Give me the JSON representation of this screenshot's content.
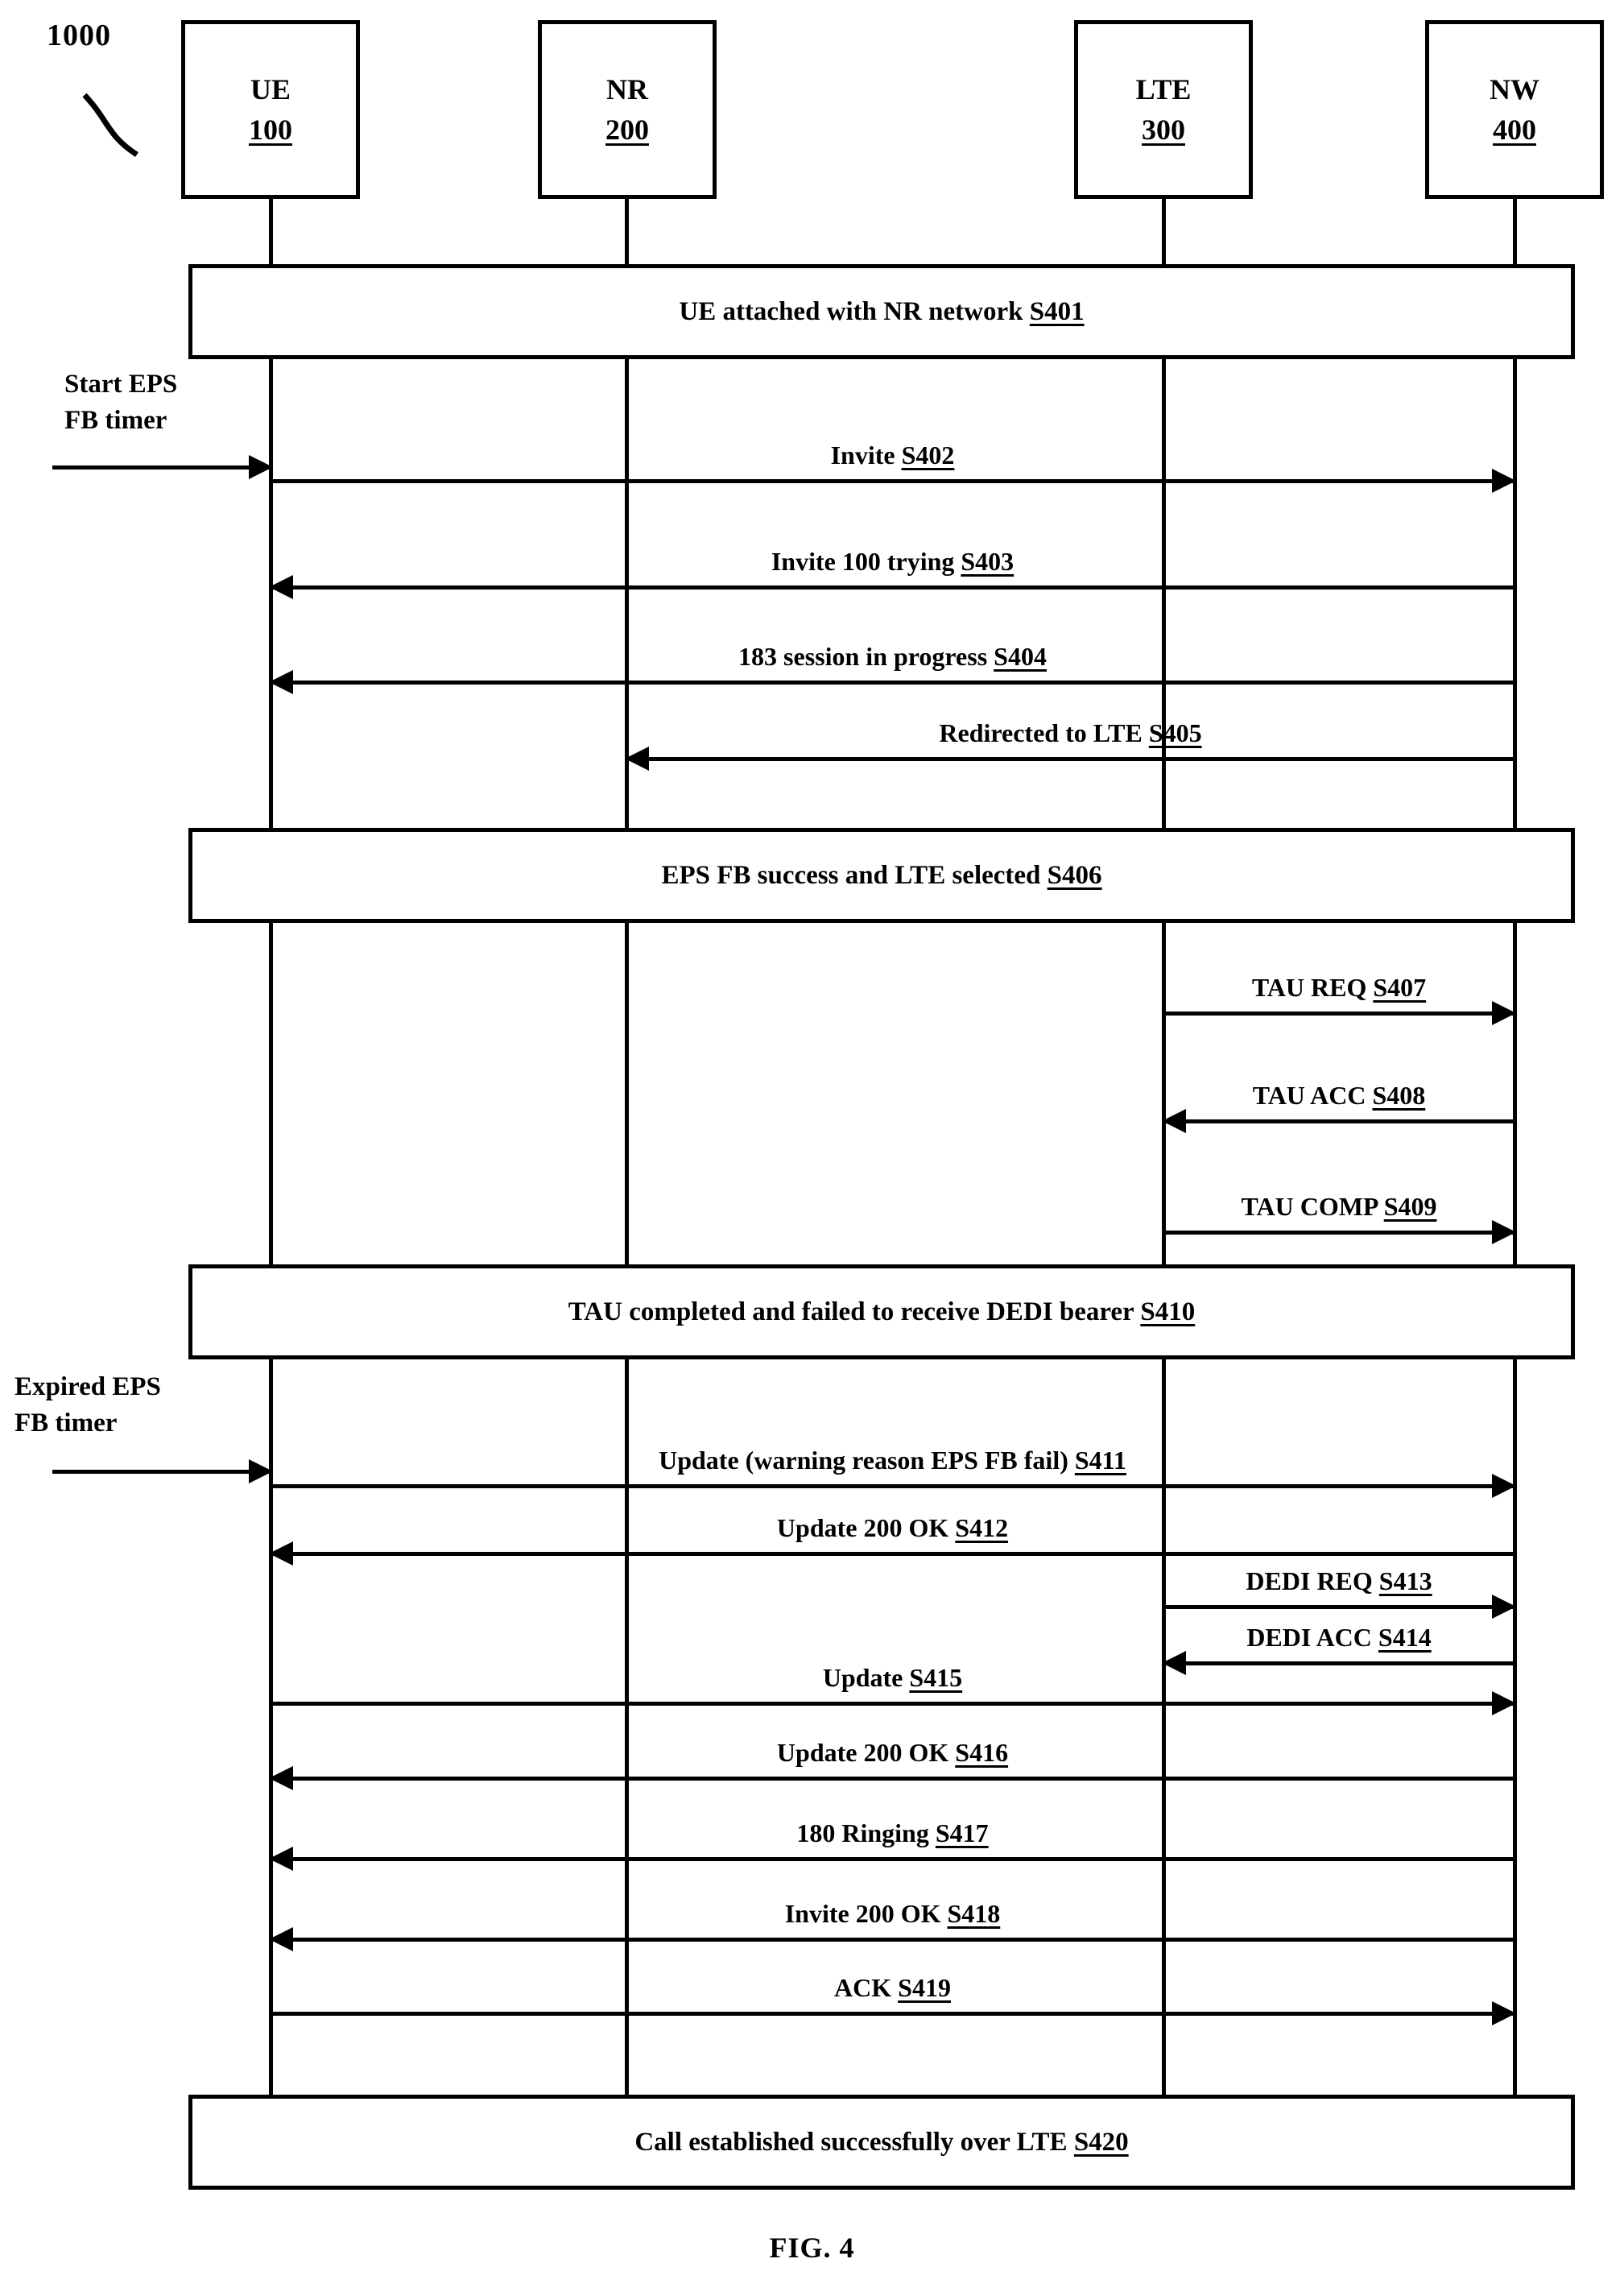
{
  "figure": {
    "caption": "FIG. 4",
    "reference_numeral": "1000"
  },
  "actors": [
    {
      "name": "UE",
      "number": "100"
    },
    {
      "name": "NR",
      "number": "200"
    },
    {
      "name": "LTE",
      "number": "300"
    },
    {
      "name": "NW",
      "number": "400"
    }
  ],
  "annotations": [
    {
      "line1": "Start EPS",
      "line2": "FB timer"
    },
    {
      "line1": "Expired EPS",
      "line2": "FB timer"
    }
  ],
  "notes": [
    {
      "text": "UE attached with NR network ",
      "step": "S401"
    },
    {
      "text": "EPS FB success and LTE selected ",
      "step": "S406"
    },
    {
      "text": "TAU completed and failed to receive DEDI  bearer ",
      "step": "S410"
    },
    {
      "text": "Call established successfully over LTE ",
      "step": "S420"
    }
  ],
  "messages": [
    {
      "text": "Invite ",
      "step": "S402",
      "from": "UE",
      "to": "NW",
      "direction": "right"
    },
    {
      "text": "Invite 100 trying ",
      "step": "S403",
      "from": "NW",
      "to": "UE",
      "direction": "left"
    },
    {
      "text": "183 session in progress ",
      "step": "S404",
      "from": "NW",
      "to": "UE",
      "direction": "left"
    },
    {
      "text": "Redirected to LTE ",
      "step": "S405",
      "from": "NW",
      "to": "NR",
      "direction": "left"
    },
    {
      "text": "TAU REQ ",
      "step": "S407",
      "from": "LTE",
      "to": "NW",
      "direction": "right"
    },
    {
      "text": "TAU ACC  ",
      "step": "S408",
      "from": "NW",
      "to": "LTE",
      "direction": "left"
    },
    {
      "text": "TAU COMP ",
      "step": "S409",
      "from": "LTE",
      "to": "NW",
      "direction": "right"
    },
    {
      "text": "Update (warning reason EPS FB fail)  ",
      "step": "S411",
      "from": "UE",
      "to": "NW",
      "direction": "right"
    },
    {
      "text": "Update 200 OK ",
      "step": "S412",
      "from": "NW",
      "to": "UE",
      "direction": "left"
    },
    {
      "text": "DEDI REQ ",
      "step": "S413",
      "from": "LTE",
      "to": "NW",
      "direction": "right"
    },
    {
      "text": "DEDI ACC ",
      "step": "S414",
      "from": "NW",
      "to": "LTE",
      "direction": "left"
    },
    {
      "text": "Update  ",
      "step": "S415",
      "from": "UE",
      "to": "NW",
      "direction": "right"
    },
    {
      "text": "Update 200 OK ",
      "step": "S416",
      "from": "NW",
      "to": "UE",
      "direction": "left"
    },
    {
      "text": "180 Ringing ",
      "step": "S417",
      "from": "NW",
      "to": "UE",
      "direction": "left"
    },
    {
      "text": "Invite 200 OK ",
      "step": "S418",
      "from": "NW",
      "to": "UE",
      "direction": "left"
    },
    {
      "text": "ACK  ",
      "step": "S419",
      "from": "UE",
      "to": "NW",
      "direction": "right"
    }
  ],
  "colors": {
    "stroke": "#000000",
    "background": "#ffffff"
  }
}
